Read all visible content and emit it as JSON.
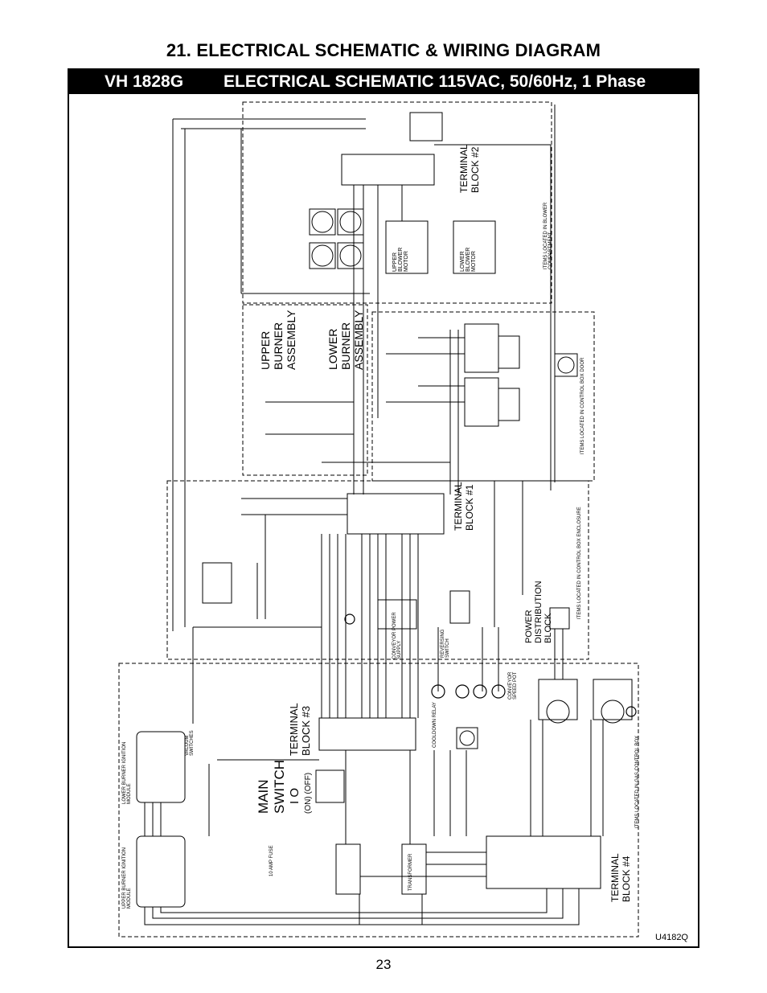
{
  "header": {
    "title": "21. ELECTRICAL SCHEMATIC & WIRING DIAGRAM",
    "model": "VH 1828G",
    "spec": "ELECTRICAL SCHEMATIC 115VAC, 50/60Hz, 1 Phase"
  },
  "diagram": {
    "part_number": "U4182Q",
    "labels": {
      "tb2": "TERMINAL BLOCK #2",
      "tb1": "TERMINAL BLOCK #1",
      "tb3": "TERMINAL BLOCK #3",
      "tb4": "TERMINAL BLOCK #4",
      "upper_burner": "UPPER BURNER ASSEMBLY",
      "lower_burner": "LOWER BURNER ASSEMBLY",
      "main_switch": "MAIN SWITCH",
      "switch_state": "I  O",
      "switch_onoff": "(ON) (OFF)",
      "power_block": "POWER DISTRIBUTION BLOCK",
      "upper_blower": "UPPER BLOWER MOTOR",
      "lower_blower": "LOWER BLOWER MOTOR",
      "items_blower": "ITEMS LOCATED IN BLOWER COMPARTMENT",
      "items_control": "ITEMS LOCATED IN CONTROL BOX DOOR",
      "items_gas": "ITEMS LOCATED IN GAS CONTROL BOX",
      "items_control2": "ITEMS LOCATED IN CONTROL BOX ENCLOSURE",
      "upper_ignition": "UPPER BURNER IGNITION MODULE",
      "lower_ignition": "LOWER BURNER IGNITION MODULE",
      "transformer": "TRANSFORMER",
      "cooling_relay": "COOLDOWN RELAY",
      "conveyor_supply": "CONVEYOR POWER SUPPLY",
      "reversing": "REVERSING SWITCH",
      "conveyor_speed": "CONVEYOR SPEED POT",
      "vacuum": "VACUUM SWITCHES",
      "fuse": "10 AMP FUSE"
    }
  }
}
